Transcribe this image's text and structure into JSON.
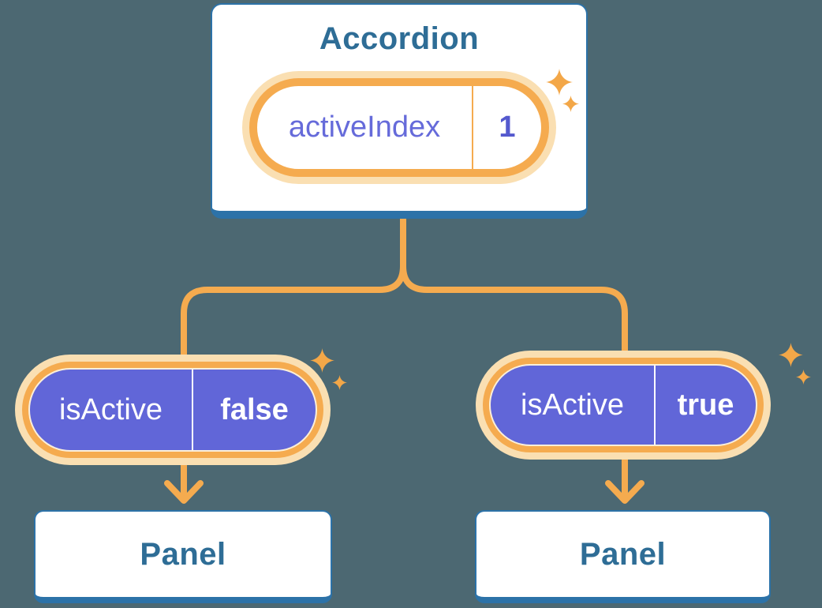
{
  "diagram": {
    "background_color": "#4C6872",
    "accent_orange": "#F5AB4F",
    "glow_cream": "#FADFB2",
    "node_border_blue": "#2C72A8",
    "node_text_blue": "#2E6D96",
    "pill_purple": "#6166D8",
    "state_key_color": "#666BDA",
    "state_value_color": "#5459CE",
    "root": {
      "title": "Accordion",
      "state": {
        "name": "activeIndex",
        "value": "1"
      }
    },
    "children": [
      {
        "prop": {
          "name": "isActive",
          "value": "false"
        },
        "panel": "Panel"
      },
      {
        "prop": {
          "name": "isActive",
          "value": "true"
        },
        "panel": "Panel"
      }
    ]
  }
}
